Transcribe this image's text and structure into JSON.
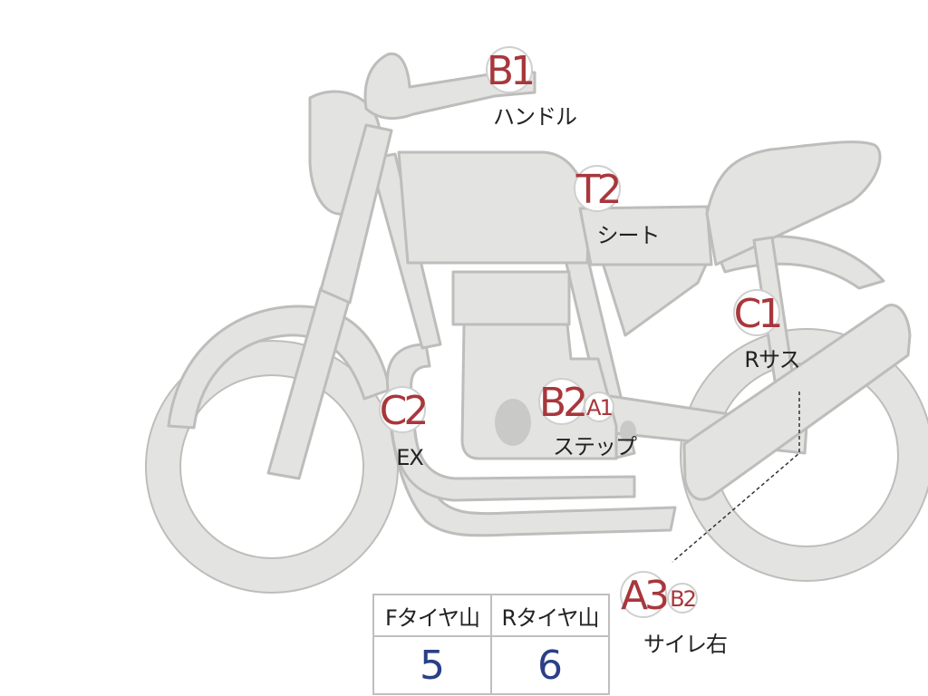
{
  "badges": {
    "b1": "B1",
    "t2": "T2",
    "c1": "C1",
    "c2": "C2",
    "b2_step": "B2",
    "a1": "A1",
    "a3": "A3",
    "b2_saire": "B2"
  },
  "labels": {
    "handle": "ハンドル",
    "seat": "シート",
    "rear_sus": "Rサス",
    "exhaust": "EX",
    "step": "ステップ",
    "saire_right": "サイレ右"
  },
  "tire_table": {
    "front_header": "Fタイヤ山",
    "rear_header": "Rタイヤ山",
    "front_value": "5",
    "rear_value": "6"
  },
  "colors": {
    "badge_text": "#a8373c",
    "table_value": "#2a3f87",
    "bike_fill": "#e3e3e1"
  }
}
